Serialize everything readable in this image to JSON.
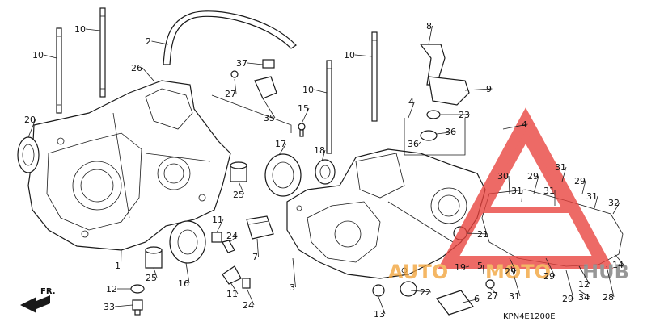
{
  "diagram_code": "KPN4E1200E",
  "front_indicator": "FR.",
  "watermark": {
    "word_left": "AUTO",
    "word_mid": "MOTO",
    "word_right": "HUB",
    "color_red": "#e8413c",
    "color_orange": "#f2a43a"
  },
  "callouts": [
    {
      "label": "10"
    },
    {
      "label": "10"
    },
    {
      "label": "2"
    },
    {
      "label": "26"
    },
    {
      "label": "37"
    },
    {
      "label": "27"
    },
    {
      "label": "35"
    },
    {
      "label": "10"
    },
    {
      "label": "10"
    },
    {
      "label": "8"
    },
    {
      "label": "9"
    },
    {
      "label": "4"
    },
    {
      "label": "23"
    },
    {
      "label": "36"
    },
    {
      "label": "36"
    },
    {
      "label": "4"
    },
    {
      "label": "15"
    },
    {
      "label": "20"
    },
    {
      "label": "17"
    },
    {
      "label": "18"
    },
    {
      "label": "25"
    },
    {
      "label": "11"
    },
    {
      "label": "24"
    },
    {
      "label": "7"
    },
    {
      "label": "1"
    },
    {
      "label": "25"
    },
    {
      "label": "16"
    },
    {
      "label": "11"
    },
    {
      "label": "24"
    },
    {
      "label": "12"
    },
    {
      "label": "33"
    },
    {
      "label": "3"
    },
    {
      "label": "13"
    },
    {
      "label": "22"
    },
    {
      "label": "19"
    },
    {
      "label": "5"
    },
    {
      "label": "27"
    },
    {
      "label": "6"
    },
    {
      "label": "29"
    },
    {
      "label": "31"
    },
    {
      "label": "21"
    },
    {
      "label": "30"
    },
    {
      "label": "29"
    },
    {
      "label": "31"
    },
    {
      "label": "31"
    },
    {
      "label": "31"
    },
    {
      "label": "29"
    },
    {
      "label": "31"
    },
    {
      "label": "32"
    },
    {
      "label": "29"
    },
    {
      "label": "29"
    },
    {
      "label": "12"
    },
    {
      "label": "34"
    },
    {
      "label": "28"
    },
    {
      "label": "14"
    }
  ]
}
